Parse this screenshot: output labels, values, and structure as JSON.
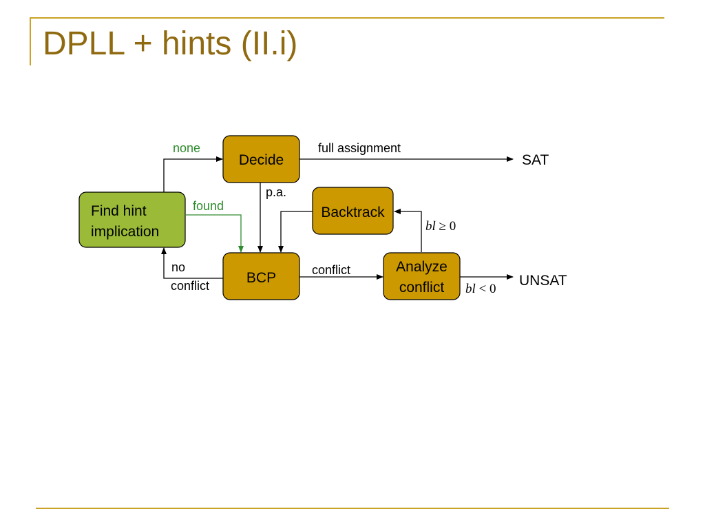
{
  "title": "DPLL + hints (II.i)",
  "colors": {
    "accent": "#c9a227",
    "title_text": "#8f6a10",
    "box_gold": "#cc9900",
    "box_green": "#9bbb38",
    "edge_green": "#2e8b2e"
  },
  "nodes": {
    "decide": "Decide",
    "find_hint_line1": "Find hint",
    "find_hint_line2": "implication",
    "backtrack": "Backtrack",
    "bcp": "BCP",
    "analyze_line1": "Analyze",
    "analyze_line2": "conflict"
  },
  "terminals": {
    "sat": "SAT",
    "unsat": "UNSAT"
  },
  "edges": {
    "none": "none",
    "found": "found",
    "full_assignment": "full assignment",
    "pa": "p.a.",
    "no": "no",
    "conflict_below": "conflict",
    "conflict": "conflict",
    "bl_ge_var": "bl",
    "bl_ge_rest": " ≥ 0",
    "bl_lt_var": "bl",
    "bl_lt_rest": " < 0"
  }
}
